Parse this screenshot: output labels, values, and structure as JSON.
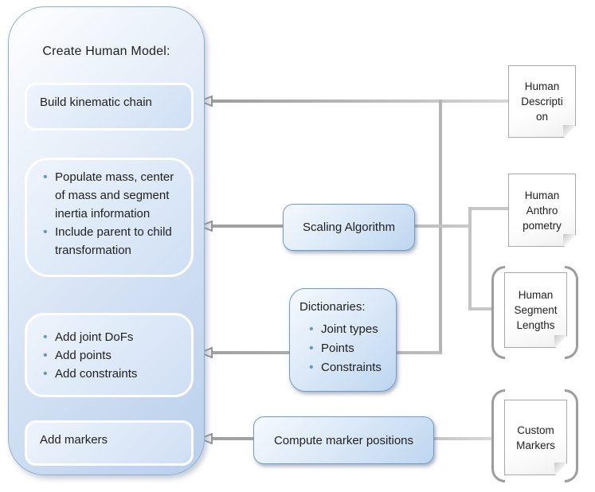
{
  "panel": {
    "title": "Create Human Model:",
    "step1_label": "Build kinematic chain",
    "step2_bullets": [
      "Populate mass, center of mass and segment inertia information",
      "Include parent to child transformation"
    ],
    "step3_bullets": [
      "Add joint DoFs",
      "Add points",
      "Add constraints"
    ],
    "step4_label": "Add markers"
  },
  "process": {
    "scaling_label": "Scaling Algorithm",
    "dictionaries_title": "Dictionaries:",
    "dictionaries_bullets": [
      "Joint types",
      "Points",
      "Constraints"
    ],
    "compute_label": "Compute marker positions"
  },
  "documents": {
    "description": {
      "label": "Human Description",
      "lines": [
        "Human",
        "Descripti",
        "on"
      ]
    },
    "anthropometry": {
      "label": "Human Anthropometry",
      "lines": [
        "Human",
        "Anthro",
        "pometry"
      ]
    },
    "segment_lengths": {
      "label": "Human Segment Lengths",
      "lines": [
        "Human",
        "Segment",
        "Lengths"
      ]
    },
    "custom_markers": {
      "label": "Custom Markers",
      "lines": [
        "Custom",
        "Markers"
      ]
    }
  },
  "colors": {
    "panel_border": "#8cacd4",
    "panel_fill_light": "#ffffff",
    "panel_fill_dark": "#b9cfec",
    "process_border": "#6f9ace",
    "process_fill_light": "#f5f9fd",
    "process_fill_dark": "#bed6f0",
    "bullet_dot": "#6996c6",
    "connector_gray": "#a2a2a2",
    "bracket_gray": "#9d9d9d",
    "document_border": "#a9a9a9",
    "text": "#1f1f1f"
  }
}
